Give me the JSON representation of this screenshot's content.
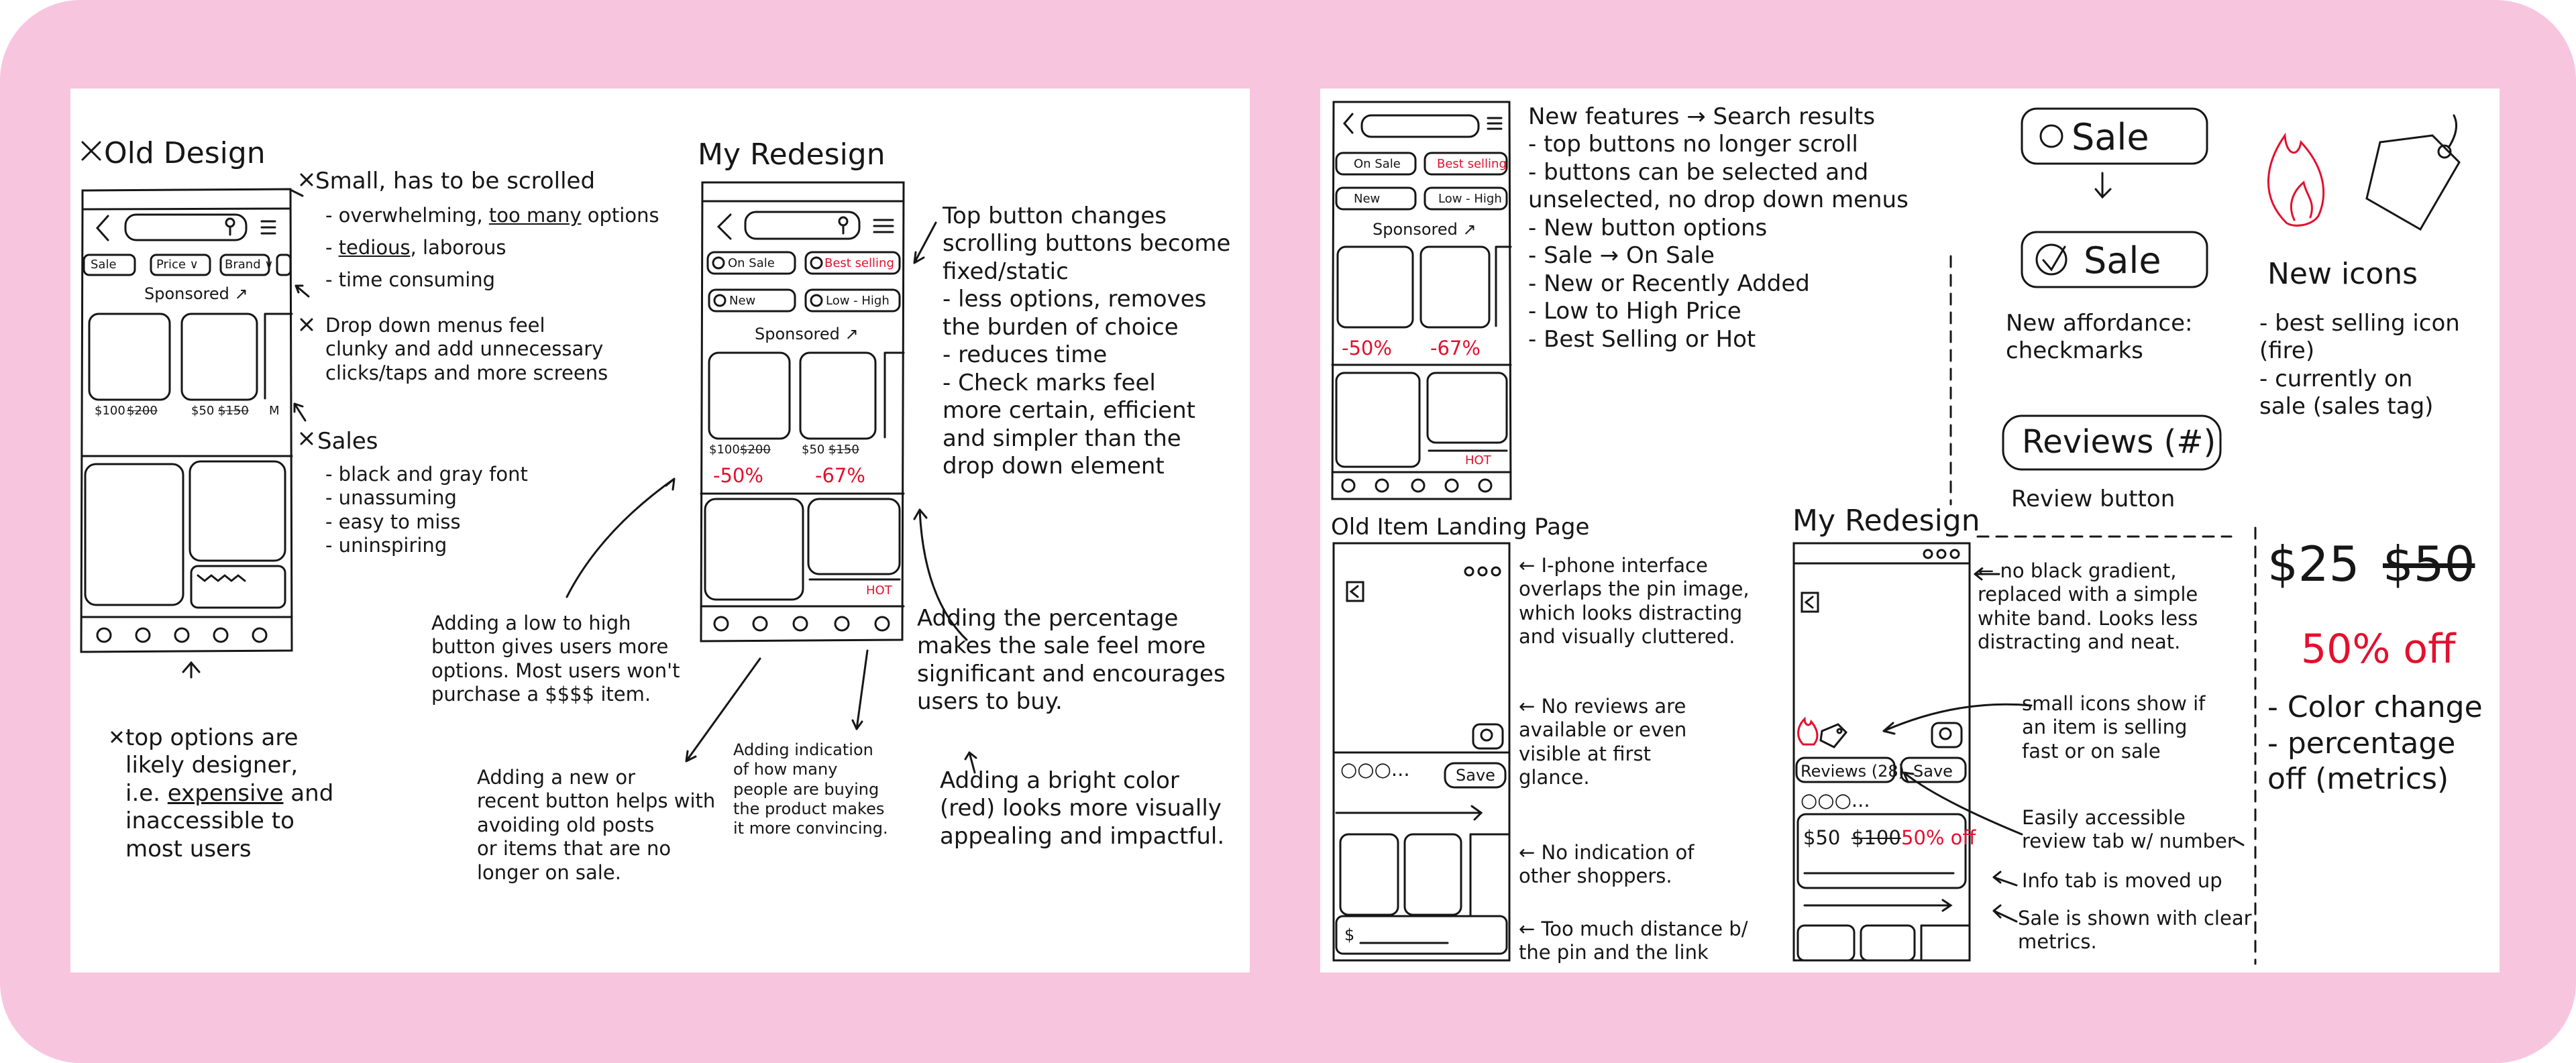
{
  "colors": {
    "frame": "#f8c5df",
    "board": "#ffffff",
    "ink": "#161616",
    "accent": "#e3102e"
  },
  "left": {
    "old_design": {
      "title": "Old Design",
      "search_icon": "magnifier-icon",
      "filters": [
        "Sale",
        "Price ∨",
        "Brand ∨"
      ],
      "sponsored": "Sponsored ↗",
      "prices": [
        "$100",
        "$200",
        "$50",
        "$150",
        "M"
      ]
    },
    "notes_old": {
      "small_title": "Small, has to be scrolled",
      "small_1a": "- overwhelming, ",
      "small_1b": "too many",
      "small_1c": " options",
      "small_2a": "tedious",
      "small_2b": ", laborous",
      "small_3": "- time consuming",
      "dropdown": "Drop down menus feel\nclunky and add unnecessary\nclicks/taps and more screens",
      "sales_title": "Sales",
      "sales_items": "- black and gray font\n- unassuming\n- easy to miss\n- uninspiring",
      "top_a": "top options are\nlikely designer,\ni.e. ",
      "top_b": "expensive",
      "top_c": " and\ninaccessible to\nmost users"
    },
    "redesign": {
      "title": "My Redesign",
      "buttons": [
        "On Sale",
        "Best selling",
        "New",
        "Low - High"
      ],
      "sponsored": "Sponsored ↗",
      "prices": [
        "$100",
        "$200",
        "$50",
        "$150"
      ],
      "percents": [
        "-50%",
        "-67%"
      ],
      "hot": "HOT",
      "notes": {
        "top_button": "Top button changes\nscrolling buttons become\nfixed/static\n- less options, removes\n  the burden of choice\n- reduces time\n- Check marks feel\n  more certain, efficient\n  and simpler than the\n  drop down element",
        "low_high": "Adding a low to high\nbutton gives users more\noptions. Most users won't\npurchase a $$$$ item.",
        "new_btn": "Adding a new or\nrecent button helps with\navoiding old posts\nor items that are no\nlonger on sale.",
        "indication": "Adding indication\nof how many\npeople are buying\nthe product makes\nit more convincing.",
        "percentage": "Adding the percentage\nmakes the sale feel more\nsignificant and encourages\nusers to buy.",
        "bright_color": "Adding a bright color\n(red) looks more visually\nappealing and impactful."
      }
    }
  },
  "right": {
    "search_results": {
      "buttons": [
        "On Sale",
        "Best selling",
        "New",
        "Low - High"
      ],
      "sponsored": "Sponsored ↗",
      "percents": [
        "-50%",
        "-67%"
      ],
      "hot": "HOT",
      "new_features": "New features → Search results\n- top buttons no longer scroll\n- buttons can be selected and\n  unselected, no drop down menus\n- New button options\n  - Sale → On Sale\n  - New or Recently Added\n  - Low to High Price\n  - Best Selling or Hot"
    },
    "affordance": {
      "sale1": "Sale",
      "sale2": "Sale",
      "caption": "New affordance:\ncheckmarks",
      "reviews": "Reviews (#)",
      "review_caption": "Review button"
    },
    "icons": {
      "fire_icon": "fire-icon",
      "tag_icon": "sales-tag-icon",
      "title": "New icons",
      "list": "- best selling icon\n  (fire)\n- currently on\n  sale (sales tag)"
    },
    "price_change": {
      "new_price": "$25",
      "old_price": "$50",
      "off": "50% off",
      "notes": "- Color change\n- percentage\n  off (metrics)"
    },
    "old_item": {
      "title": "Old Item Landing Page",
      "save": "Save",
      "dots": "○○○...",
      "price": "$",
      "notes": [
        "← I-phone interface\n  overlaps the pin image,\n  which looks distracting\n  and visually cluttered.",
        "← No reviews are\n  available or even\n  visible at first\n  glance.",
        "← No indication of\n  other shoppers.",
        "← Too much distance b/\n  the pin and the link"
      ]
    },
    "new_item": {
      "title": "My Redesign",
      "reviews": "Reviews (28)",
      "save": "Save",
      "dots": "○○○...",
      "price": "$50",
      "old_price": "$100",
      "off": "50% off",
      "notes": [
        "← no black gradient,\n  replaced with a simple\n  white band. Looks less\n  distracting and neat.",
        "small icons show if\nan item is selling\nfast or on sale",
        "Easily accessible\nreview tab w/ number",
        "Info tab is moved up",
        "Sale is shown with clear\nmetrics."
      ]
    }
  }
}
